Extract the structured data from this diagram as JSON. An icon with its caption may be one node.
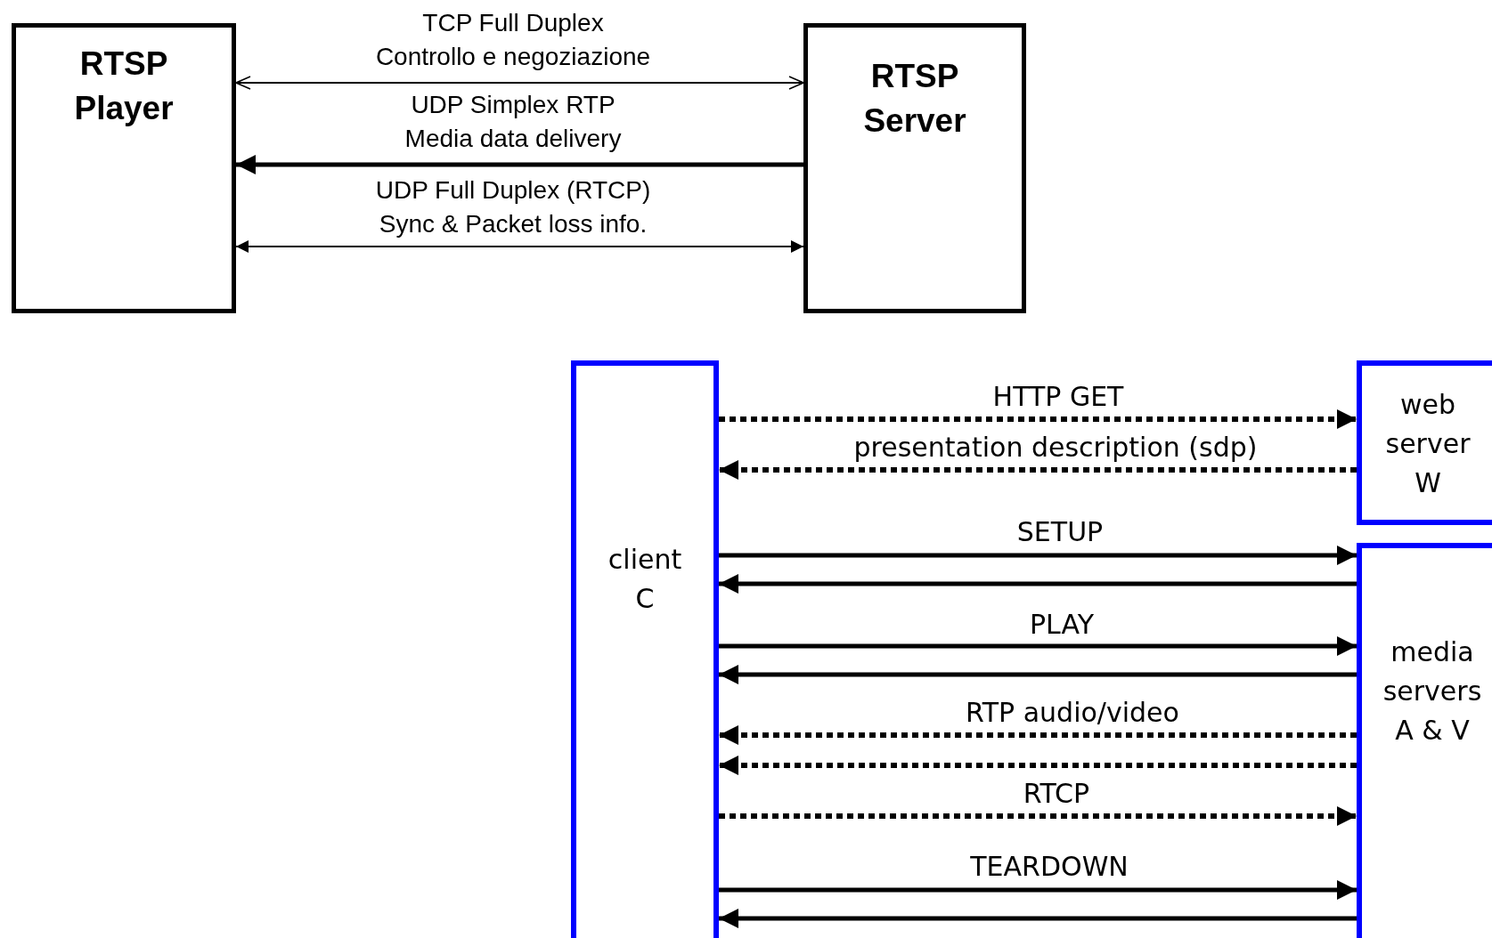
{
  "diagram": {
    "nodes": [
      {
        "text": [
          "RTSP Player"
        ]
      },
      {
        "text": [
          "RTSP Server"
        ]
      },
      {
        "text": [
          "client C"
        ]
      },
      {
        "text": [
          "web server W"
        ]
      },
      {
        "text": [
          "media servers A & V"
        ]
      }
    ],
    "edges": [
      {
        "from": 0,
        "to": 1,
        "arrow": "both",
        "label": "TCP Full Duplex Controllo e negoziazione"
      },
      {
        "from": 1,
        "to": 0,
        "arrow": "to",
        "label": "UDP Simplex RTP Media data delivery"
      },
      {
        "from": 0,
        "to": 1,
        "arrow": "both",
        "label": "UDP Full Duplex (RTCP) Sync & Packet loss info."
      },
      {
        "from": 2,
        "to": 3,
        "arrow": "to",
        "label": "HTTP GET",
        "style": "dashed"
      },
      {
        "from": 3,
        "to": 2,
        "arrow": "to",
        "label": "presentation description (sdp)",
        "style": "dashed"
      },
      {
        "from": 2,
        "to": 4,
        "arrow": "to",
        "label": "SETUP"
      },
      {
        "from": 4,
        "to": 2,
        "arrow": "to"
      },
      {
        "from": 2,
        "to": 4,
        "arrow": "to",
        "label": "PLAY"
      },
      {
        "from": 4,
        "to": 2,
        "arrow": "to"
      },
      {
        "from": 4,
        "to": 2,
        "arrow": "to",
        "label": "RTP audio/video",
        "style": "dashed"
      },
      {
        "from": 4,
        "to": 2,
        "arrow": "to",
        "style": "dashed"
      },
      {
        "from": 2,
        "to": 4,
        "arrow": "to",
        "label": "RTCP",
        "style": "dashed"
      },
      {
        "from": 2,
        "to": 4,
        "arrow": "to",
        "label": "TEARDOWN"
      },
      {
        "from": 4,
        "to": 2,
        "arrow": "to"
      }
    ]
  }
}
